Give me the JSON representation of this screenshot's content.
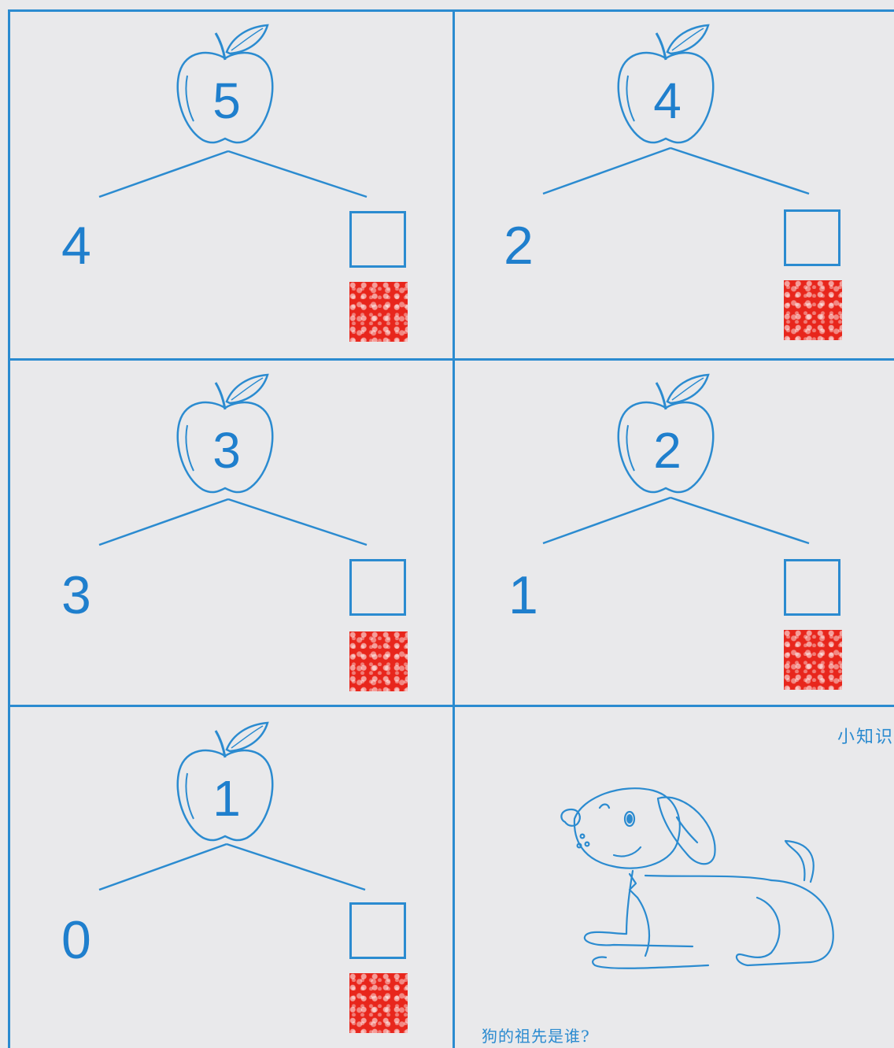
{
  "problems": [
    {
      "top": "5",
      "left": "4",
      "answer": ""
    },
    {
      "top": "4",
      "left": "2",
      "answer": ""
    },
    {
      "top": "3",
      "left": "3",
      "answer": ""
    },
    {
      "top": "2",
      "left": "1",
      "answer": ""
    },
    {
      "top": "1",
      "left": "0",
      "answer": ""
    }
  ],
  "trivia": {
    "title": "小知识",
    "question": "狗的祖先是谁?"
  },
  "colors": {
    "line": "#2b8bd0",
    "number": "#1f7fcd",
    "scratch": "#e8261c",
    "background": "#e9e9eb"
  },
  "icons": [
    "apple-icon",
    "dog-illustration"
  ]
}
